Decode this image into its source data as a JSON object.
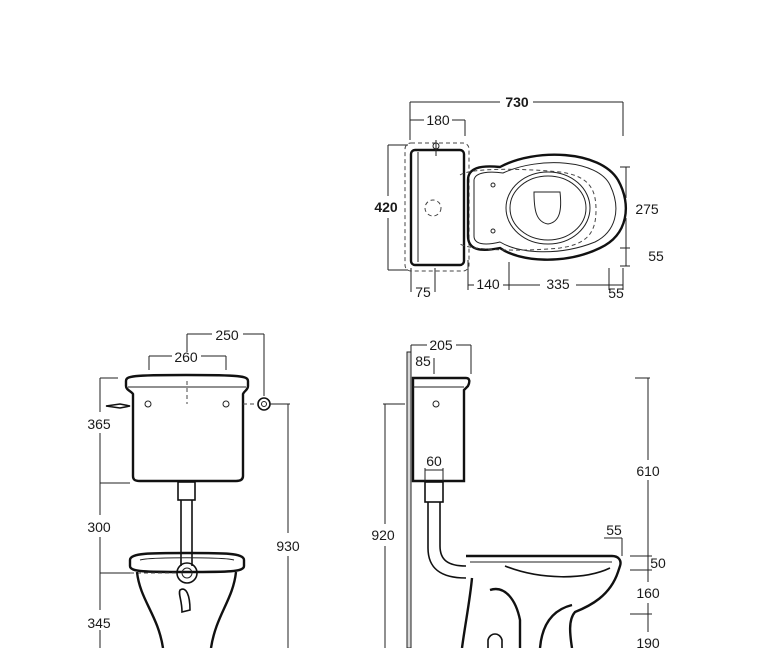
{
  "top_view": {
    "overall_length": "730",
    "tank_hole_offset": "180",
    "width": "420",
    "tank_depth": "75",
    "bowl_gap": "140",
    "bowl_center": "335",
    "rear_fix": "55",
    "seat_span": "275",
    "seat_offset": "55"
  },
  "front_view": {
    "outlet_offset": "250",
    "tank_width": "260",
    "tank_height": "365",
    "pipe_length": "300",
    "bowl_height": "345",
    "total_height": "930"
  },
  "side_view": {
    "tank_depth": "205",
    "wall_gap": "85",
    "pipe_diameter": "60",
    "total_height": "920",
    "rim_thickness": "55",
    "top_to_rim": "610",
    "rim_step": "50",
    "rim_to_outlet": "160",
    "outlet_height": "190"
  }
}
